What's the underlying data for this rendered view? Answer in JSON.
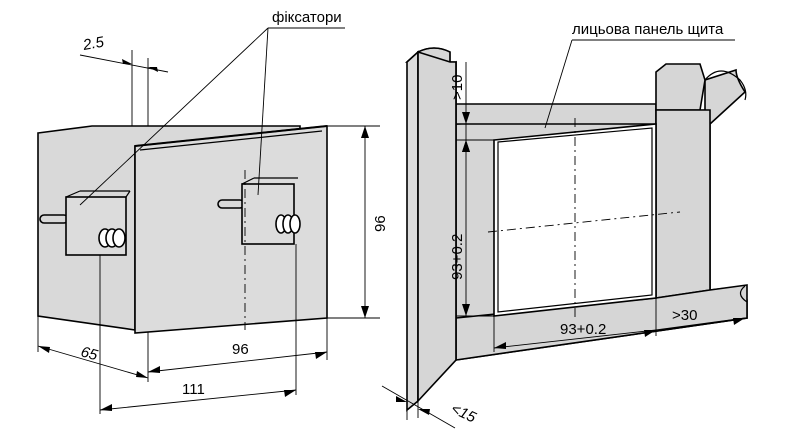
{
  "labels": {
    "fixators": "фіксатори",
    "panel_face": "лицьова панель щита"
  },
  "dimensions": {
    "offset": "2.5",
    "height": "96",
    "depth": "65",
    "front_width": "96",
    "total_length": "111",
    "panel_min_edge": ">10",
    "cutout_height": "93+0.2",
    "cutout_width": "93+0.2",
    "panel_min_side": ">30",
    "panel_thickness": "<15"
  }
}
